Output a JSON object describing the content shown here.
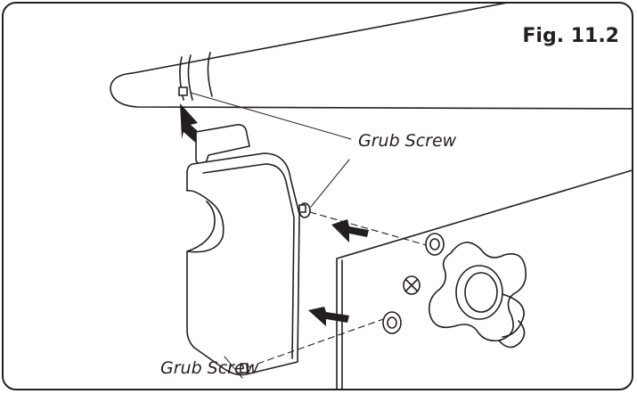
{
  "figure": {
    "label": "Fig. 11.2"
  },
  "callouts": {
    "top": "Grub Screw",
    "bottom": "Grub Screw"
  },
  "colors": {
    "line": "#231f20",
    "background": "#ffffff",
    "arrow_fill": "#231f20"
  }
}
